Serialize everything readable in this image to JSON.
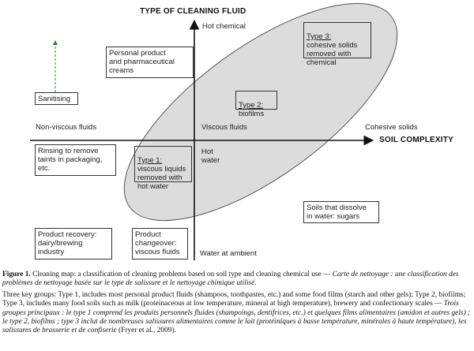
{
  "diagram": {
    "y_axis_title": "TYPE OF CLEANING FLUID",
    "x_axis_title": "SOIL COMPLEXITY",
    "y_top_label": "Hot chemical",
    "y_bottom_label": "Water at ambient",
    "x_left_label": "Non-viscous fluids",
    "x_center_label": "Viscous fluids",
    "x_right_label": "Cohesive solids",
    "hot_water_label": "Hot\nwater",
    "type1": {
      "title": "Type 1:",
      "body": "viscous liquids\nremoved with\nhot water"
    },
    "type2": {
      "title": "Type 2:",
      "body": "biofilms"
    },
    "type3": {
      "title": "Type 3:",
      "body": "cohesive solids\nremoved with\nchemical"
    },
    "boxes": {
      "personal": "Personal product\nand pharmaceutical\ncreams",
      "sanitising": "Sanitising",
      "rinsing": "Rinsing to remove\ntaints in packaging,\netc.",
      "recovery": "Product recovery:\ndairy/brewing\nindustry",
      "changeover": "Product\nchangeover:\nviscous fluids",
      "dissolve": "Soils that dissolve\nin water: sugars"
    },
    "colors": {
      "ellipse_fill": "#dcdcdc",
      "ellipse_stroke": "#555555",
      "arrow_green": "#3a7a3a",
      "axis": "#111111"
    }
  },
  "caption": {
    "fig_label": "Figure 1.",
    "fig_text_en": " Cleaning map: a classification of cleaning problems based on soil type and cleaning chemical use — ",
    "fig_text_fr": "Carte de nettoyage : une classification des problèmes de nettoyage basée sur le type de salissure et le nettoyage chimique utilisé.",
    "desc_en": "Three key groups: Type 1, includes most personal product fluids (shampoos, toothpastes, etc.) and some food films (starch and other gels); Type 2, biofilms; Type 3, includes many food soils such as milk (proteinaceous at low temperature, mineral at high temperature), brewery and confectionary scales — ",
    "desc_fr": "Trois groupes principaux : le type 1 comprend les produits personnels fluides (shampoings, dentifrices, etc.) et quelques films alimentaires (amidon et autres gels) ; le type 2, biofilms ; type 3 inclut de nombreuses salissures alimentaires comme le lait (protéiniques à basse température, minérales à haute température), les salissures de brasserie et de confiserie",
    "desc_ref": " (Fryer et al., 2009)."
  }
}
